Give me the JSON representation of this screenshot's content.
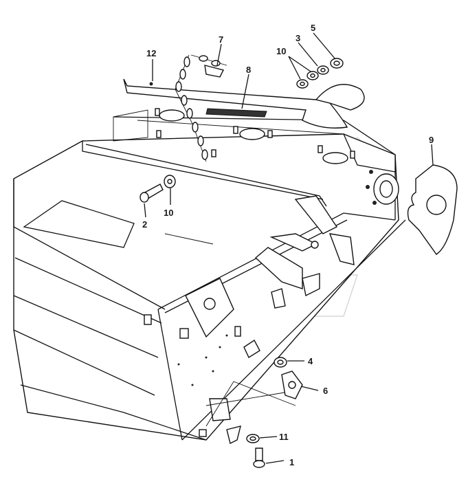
{
  "callouts": [
    {
      "id": "c1",
      "text": "1"
    },
    {
      "id": "c2",
      "text": "2"
    },
    {
      "id": "c3",
      "text": "3"
    },
    {
      "id": "c4",
      "text": "4"
    },
    {
      "id": "c5",
      "text": "5"
    },
    {
      "id": "c6",
      "text": "6"
    },
    {
      "id": "c7",
      "text": "7"
    },
    {
      "id": "c8",
      "text": "8"
    },
    {
      "id": "c9",
      "text": "9"
    },
    {
      "id": "c10a",
      "text": "10"
    },
    {
      "id": "c10b",
      "text": "10"
    },
    {
      "id": "c11",
      "text": "11"
    },
    {
      "id": "c12",
      "text": "12"
    }
  ]
}
